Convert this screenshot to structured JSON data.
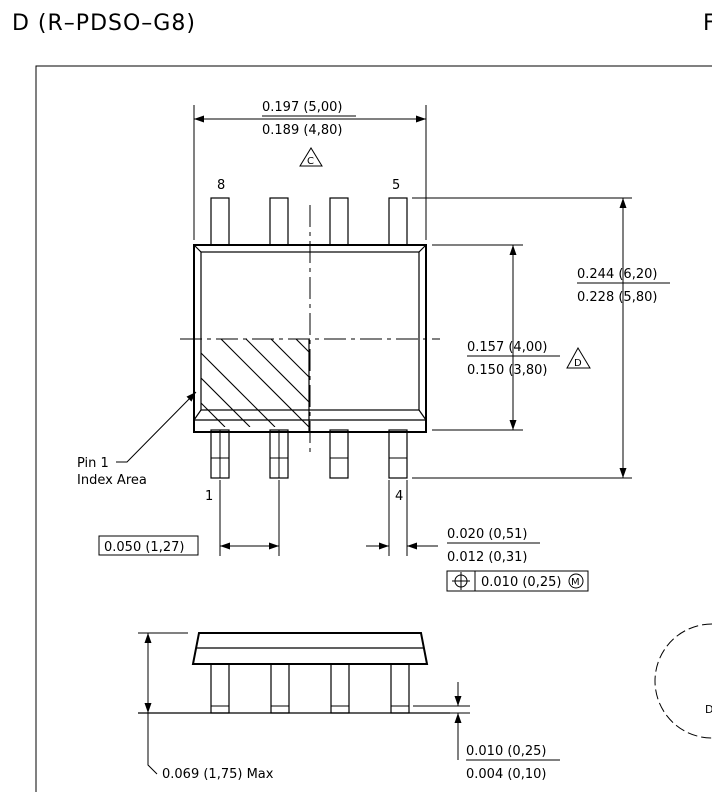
{
  "header": {
    "title": "D (R–PDSO–G8)",
    "right_fragment": "F"
  },
  "top_view": {
    "body_length": {
      "max": "0.197 (5,00)",
      "min": "0.189 (4,80)",
      "note": "C"
    },
    "pin_label_8": "8",
    "pin_label_5": "5",
    "pin_label_1": "1",
    "pin_label_4": "4",
    "overall_width": {
      "max": "0.244 (6,20)",
      "min": "0.228 (5,80)"
    },
    "body_width": {
      "max": "0.157 (4,00)",
      "min": "0.150 (3,80)",
      "note": "D"
    },
    "pin1_line1": "Pin 1",
    "pin1_line2": "Index Area",
    "pitch": "0.050 (1,27)",
    "lead_width": {
      "max": "0.020 (0,51)",
      "min": "0.012 (0,31)"
    },
    "position_tolerance": {
      "value": "0.010 (0,25)",
      "modifier": "M"
    }
  },
  "side_view": {
    "height": "0.069 (1,75) Max",
    "standoff": {
      "max": "0.010 (0,25)",
      "min": "0.004 (0,10)"
    }
  },
  "detail_fragment": "D"
}
